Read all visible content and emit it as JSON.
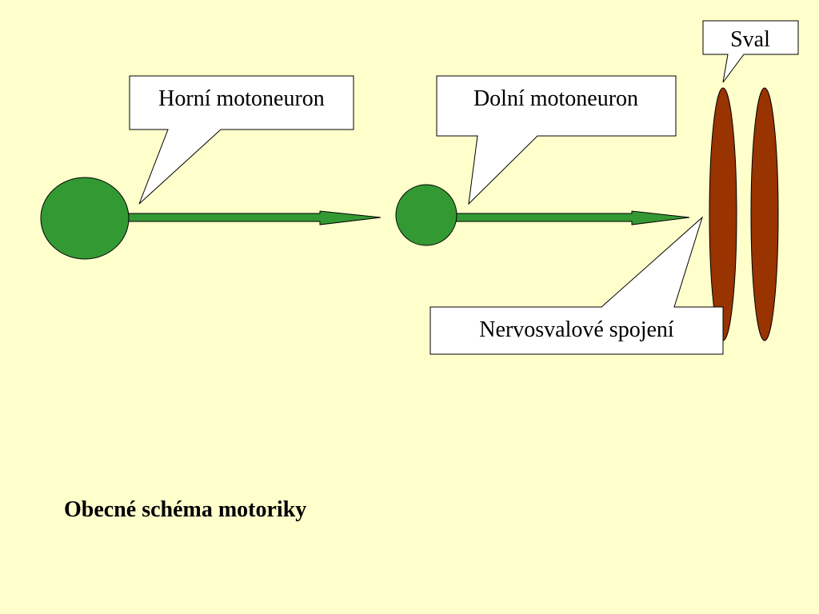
{
  "labels": {
    "upper_motoneuron": "Horní motoneuron",
    "lower_motoneuron": "Dolní motoneuron",
    "muscle": "Sval",
    "neuromuscular_junction": "Nervosvalové spojení"
  },
  "title": "Obecné schéma motoriky",
  "colors": {
    "background": "#FFFFCC",
    "neuron": "#339933",
    "muscle": "#993300",
    "callout_fill": "#FFFFFF",
    "outline": "#000000"
  }
}
